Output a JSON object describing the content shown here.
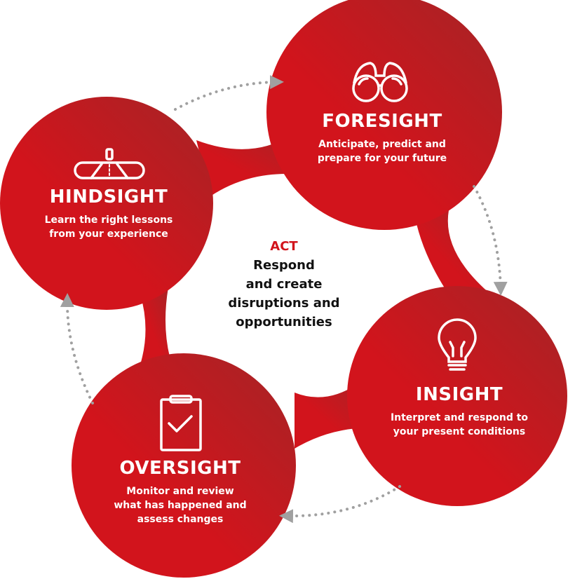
{
  "colors": {
    "accent_light": "#d2141c",
    "accent_dark": "#a52426",
    "arrow": "#a0a0a0",
    "text_dark": "#111111"
  },
  "center": {
    "label": "ACT",
    "lines": [
      "Respond",
      "and create",
      "disruptions and",
      "opportunities"
    ]
  },
  "stages": [
    {
      "title": "FORESIGHT",
      "desc": [
        "Anticipate, predict and",
        "prepare for your future"
      ],
      "icon": "binoculars-icon"
    },
    {
      "title": "INSIGHT",
      "desc": [
        "Interpret and respond to",
        "your present conditions"
      ],
      "icon": "lightbulb-icon"
    },
    {
      "title": "OVERSIGHT",
      "desc": [
        "Monitor and review",
        "what has happened and",
        "assess changes"
      ],
      "icon": "clipboard-check-icon"
    },
    {
      "title": "HINDSIGHT",
      "desc": [
        "Learn the right lessons",
        "from your experience"
      ],
      "icon": "rearview-mirror-icon"
    }
  ]
}
